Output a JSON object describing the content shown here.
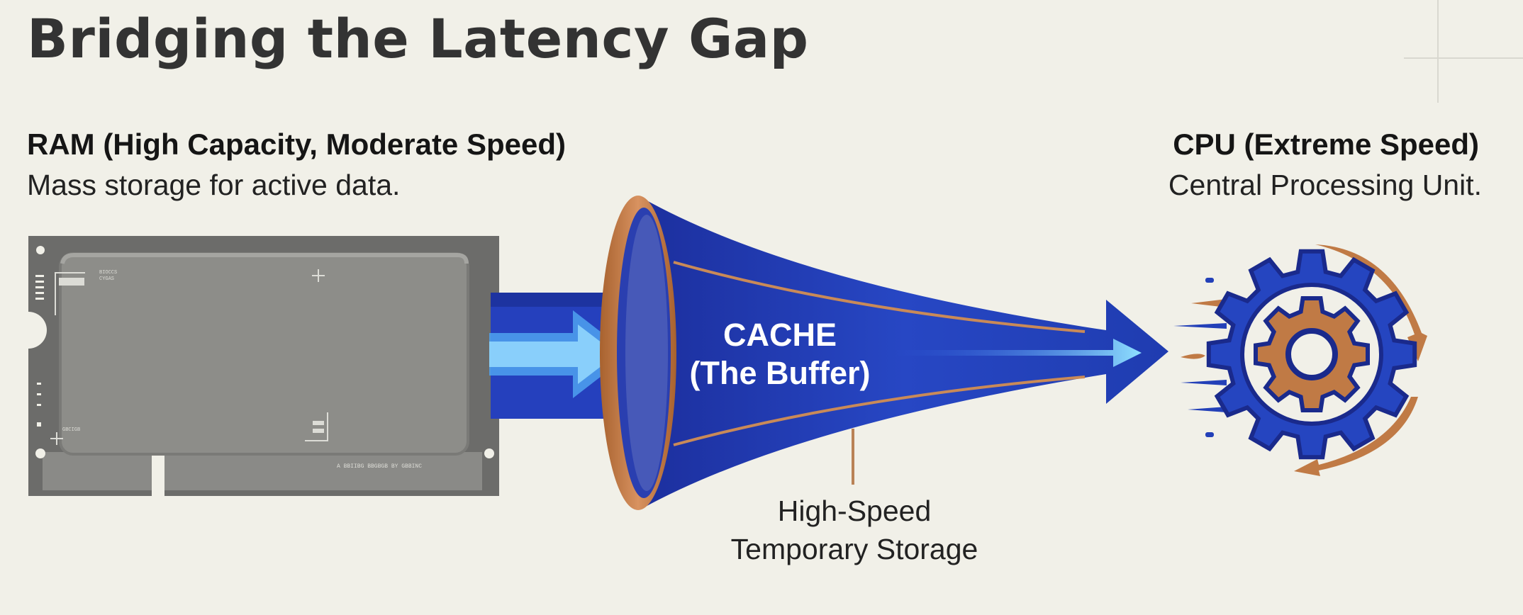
{
  "title": "Bridging the Latency Gap",
  "ram": {
    "heading": "RAM (High Capacity, Moderate Speed)",
    "description": "Mass storage for active data."
  },
  "cpu": {
    "heading": "CPU (Extreme Speed)",
    "description": "Central Processing Unit."
  },
  "cache": {
    "line1": "CACHE",
    "line2": "(The Buffer)"
  },
  "storage_note": {
    "line1": "High-Speed",
    "line2": "Temporary Storage"
  },
  "colors": {
    "blue": "#2340b8",
    "dark_blue": "#1a2a8c",
    "light_blue": "#7fd0ff",
    "copper": "#c07a45",
    "ram_gray": "#6b6b69",
    "background": "#f1f0e8"
  }
}
